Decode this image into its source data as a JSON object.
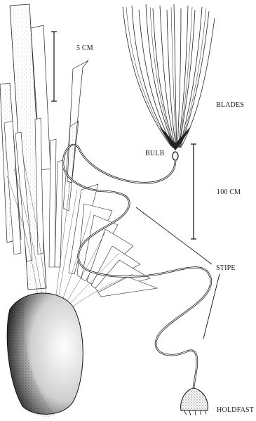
{
  "labels": {
    "scale_small": "5 CM",
    "scale_large": "100 CM",
    "blades": "BLADES",
    "bulb": "BULB",
    "stipe": "STIPE",
    "holdfast": "HOLDFAST"
  }
}
